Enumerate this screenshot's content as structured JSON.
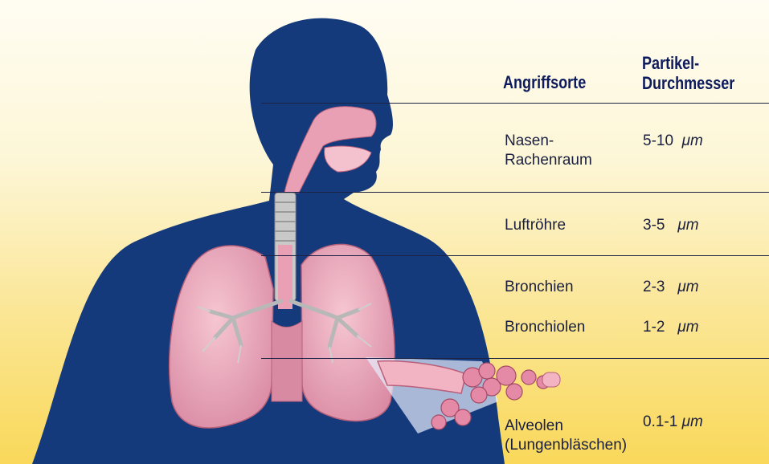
{
  "table": {
    "header_site": "Angriffsorte",
    "header_size_line1": "Partikel-",
    "header_size_line2": "Durchmesser",
    "rows": [
      {
        "site_line1": "Nasen-",
        "site_line2": "Rachenraum",
        "size": "5-10",
        "unit": "μm"
      },
      {
        "site": "Luftröhre",
        "size": "3-5",
        "unit": "μm"
      },
      {
        "site": "Bronchien",
        "size": "2-3",
        "unit": "μm"
      },
      {
        "site": "Bronchiolen",
        "size": "1-2",
        "unit": "μm"
      },
      {
        "site_line1": "Alveolen",
        "site_line2": "(Lungenbläschen)",
        "size": "0.1-1",
        "unit": "μm"
      }
    ]
  },
  "colors": {
    "silhouette": "#143a7c",
    "tissue": "#e9a0b4",
    "background_top": "#fffdf3",
    "background_bottom": "#f9d85a"
  }
}
